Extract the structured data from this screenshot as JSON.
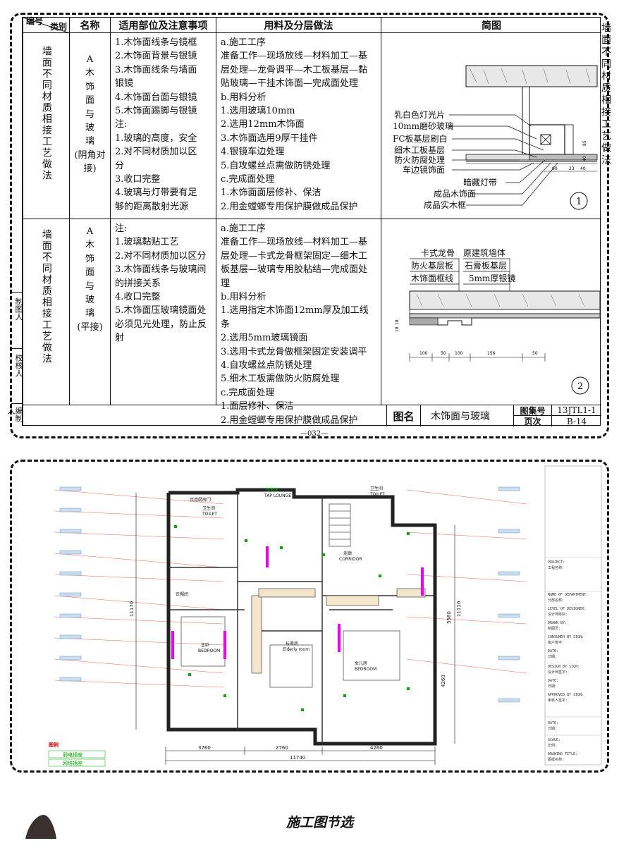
{
  "table": {
    "header": {
      "number_label": "编号",
      "category_label": "类别",
      "name": "名称",
      "scope": "适用部位及注意事项",
      "method": "用料及分层做法",
      "sketch": "简图"
    },
    "rows": [
      {
        "category": "墙面不同材质相接工艺做法",
        "name": "A\n木\n饰\n面\n与\n玻\n璃\n(阴角对接)",
        "scope": "1.木饰面线条与镜框\n2.木饰面背景与银镜\n3.木饰面线条与墙面\n银镜\n4.木饰面台面与银镜\n5.木饰面踢脚与银镜\n注:\n1.玻璃的高度，安全\n2.对不同材质加以区\n分\n3.收口完整\n4.玻璃与灯带要有足\n够的距离散射光源",
        "method": "a.施工工序\n准备工作—现场放线—材料加工—基\n层处理—龙骨调平—木工板基层—黏\n贴玻璃—干挂木饰面—完成面处理\nb.用料分析\n1.选用玻璃10mm\n2.选用12mm木饰面\n3.木饰面选用9厚干挂件\n4.银镜车边处理\n5.自攻螺丝点需做防锈处理\nc.完成面处理\n1.木饰面面层修补、保洁\n2.用金螳螂专用保护膜做成品保护",
        "sketch_labels": [
          "乳白色灯光片",
          "10mm磨砂玻璃",
          "FC板基层刷白",
          "细木工板基层",
          "防火防腐处理",
          "车边镜饰面",
          "暗藏灯带",
          "成品木饰面",
          "成品实木框"
        ],
        "sketch_dims": [
          "90",
          "23",
          "40",
          "85",
          "40"
        ],
        "sketch_number": "1"
      },
      {
        "category": "墙面不同材质相接工艺做法",
        "name": "A\n木\n饰\n面\n与\n玻\n璃\n(平接)",
        "scope": "注:\n1.玻璃黏贴工艺\n2.对不同材质加以区分\n3.木饰面线条与玻璃间\n的拼接关系\n4.收口完整\n5.木饰面压玻璃镜面处\n必须见光处理，防止反\n射",
        "method": "a.施工工序\n准备工作—现场放线—材料加工—基\n层处理—卡式龙骨框架固定—细木工\n板基层—玻璃专用胶粘结—完成面处\n理\nb.用料分析\n1.选用指定木饰面12mm厚及加工线条\n2.选用5mm玻璃镜面\n3.选用卡式龙骨做框架固定安装调平\n4.自攻螺丝点防锈处理\n5.细木工板需做防火防腐处理\nc.完成面处理\n1.面层修补、保洁\n2.用金螳螂专用保护膜做成品保护",
        "sketch_labels_left": [
          "卡式龙骨",
          "防火基层板",
          "木饰面框线"
        ],
        "sketch_labels_right": [
          "原建筑墙体",
          "石膏板基层",
          "5mm厚银镜"
        ],
        "sketch_dims": [
          "100",
          "50",
          "100",
          "156",
          "50"
        ],
        "sketch_vdims": [
          "18",
          "18"
        ],
        "sketch_number": "2"
      }
    ],
    "side_title": "墙面不同材质相接工艺做法",
    "left_strip": [
      "编制人",
      "校核人",
      "制图人"
    ],
    "title_block": {
      "figure_name_label": "图名",
      "figure_name": "木饰面与玻璃",
      "atlas_no_label": "图集号",
      "atlas_no": "13JTL1-1",
      "page_label": "页次",
      "page": "B-14"
    },
    "page_number": "—032—"
  },
  "plan": {
    "rooms": [
      "卫生间",
      "TOILET",
      "共用厨房门",
      "外玄关",
      "TAP LOUNGE",
      "卫生间",
      "TOILET",
      "走廊",
      "CORRIDOR",
      "主卧",
      "BEDROOM",
      "长辈房",
      "Elderly room",
      "女儿房",
      "BEDROOM",
      "衣帽间"
    ],
    "dims_bottom": [
      "3760",
      "2760",
      "4260",
      "11740"
    ],
    "dims_side_left": [
      "11170"
    ],
    "dims_side_right": [
      "11110",
      "5560",
      "4260"
    ],
    "legend_title": "图例",
    "legend_items": [
      "弱电插座",
      "网络插座"
    ],
    "title_block_lines": [
      "PROJECT:",
      "工程名称:",
      "NAME OF DEPARTMENT:",
      "分部名称:",
      "LEVEL OF DESIGNER:",
      "设计师级别:",
      "DRAWN BY:",
      "制图员:",
      "CONSUMER BY SIGN:",
      "客户签字:",
      "DATE:",
      "日期:",
      "DESIGN BY SIGN:",
      "设计师签字:",
      "DATE:",
      "日期:",
      "APPROVED BY SIGN:",
      "审核人签字:",
      "DATE:",
      "日期:",
      "SCALE:",
      "比例:",
      "DRAWING TITLE:",
      "图纸名称:"
    ]
  },
  "footer": {
    "title": "施工图节选"
  }
}
